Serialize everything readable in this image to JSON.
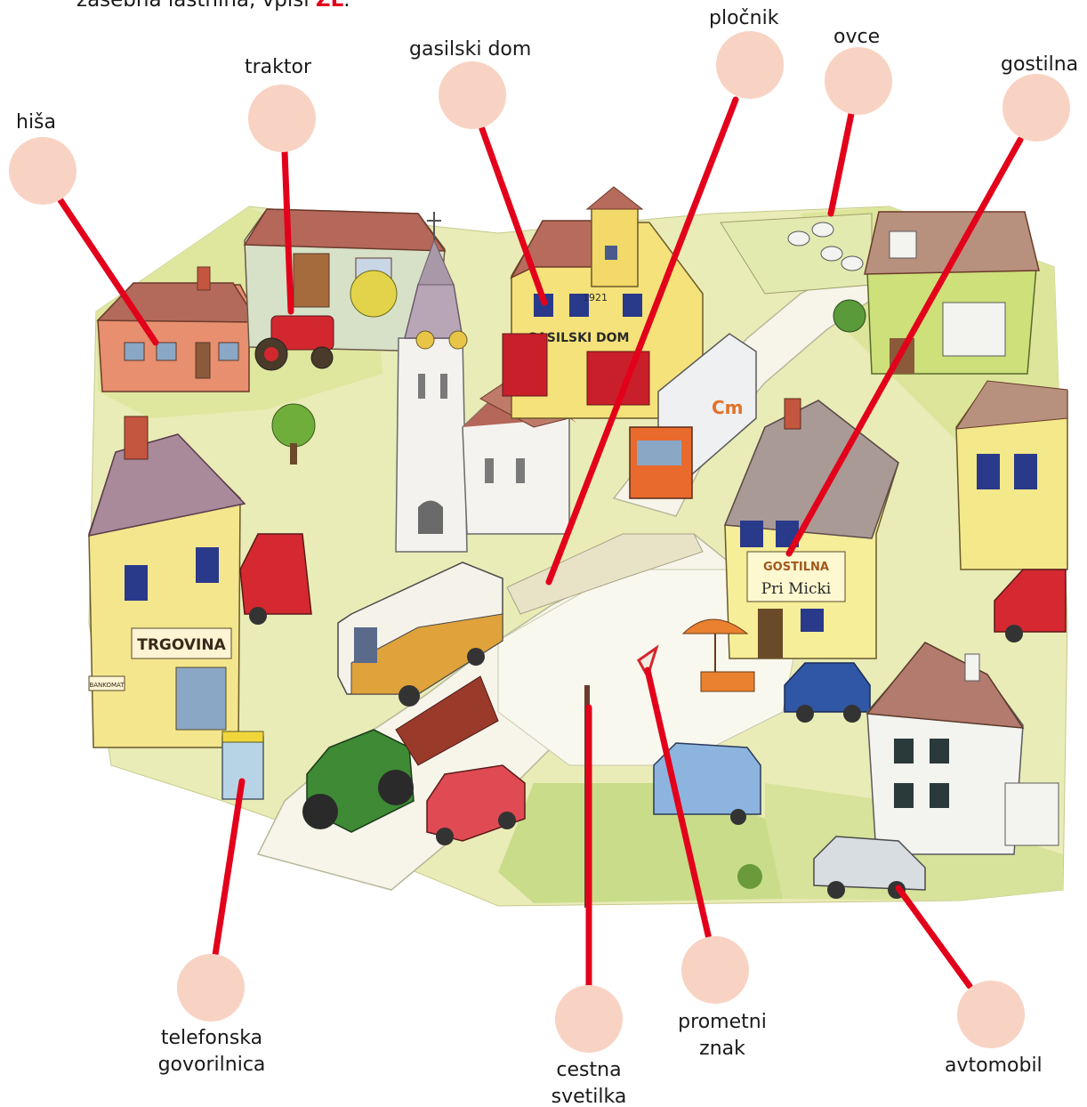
{
  "instruction": {
    "text": "zasebna lastnina, vpiši ",
    "emphasis": "ZL",
    "suffix": ".",
    "accent_color": "#e3001b"
  },
  "colors": {
    "circle_fill": "#f8d3c3",
    "leader_line": "#e3001b"
  },
  "labels": {
    "hisa": "hiša",
    "traktor": "traktor",
    "gasilski_dom": "gasilski dom",
    "plocnik": "pločnik",
    "ovce": "ovce",
    "gostilna": "gostilna",
    "telefonska_line1": "telefonska",
    "telefonska_line2": "govorilnica",
    "cestna_line1": "cestna",
    "cestna_line2": "svetilka",
    "prometni_line1": "prometni",
    "prometni_line2": "znak",
    "avtomobil": "avtomobil"
  },
  "illustration": {
    "shop_sign": "TRGOVINA",
    "firehouse_sign": "GASILSKI DOM",
    "firehouse_year": "1921",
    "inn_sign_top": "GOSTILNA",
    "inn_sign_bottom": "Pri Micki",
    "bank_sign": "BANKOMAT"
  }
}
